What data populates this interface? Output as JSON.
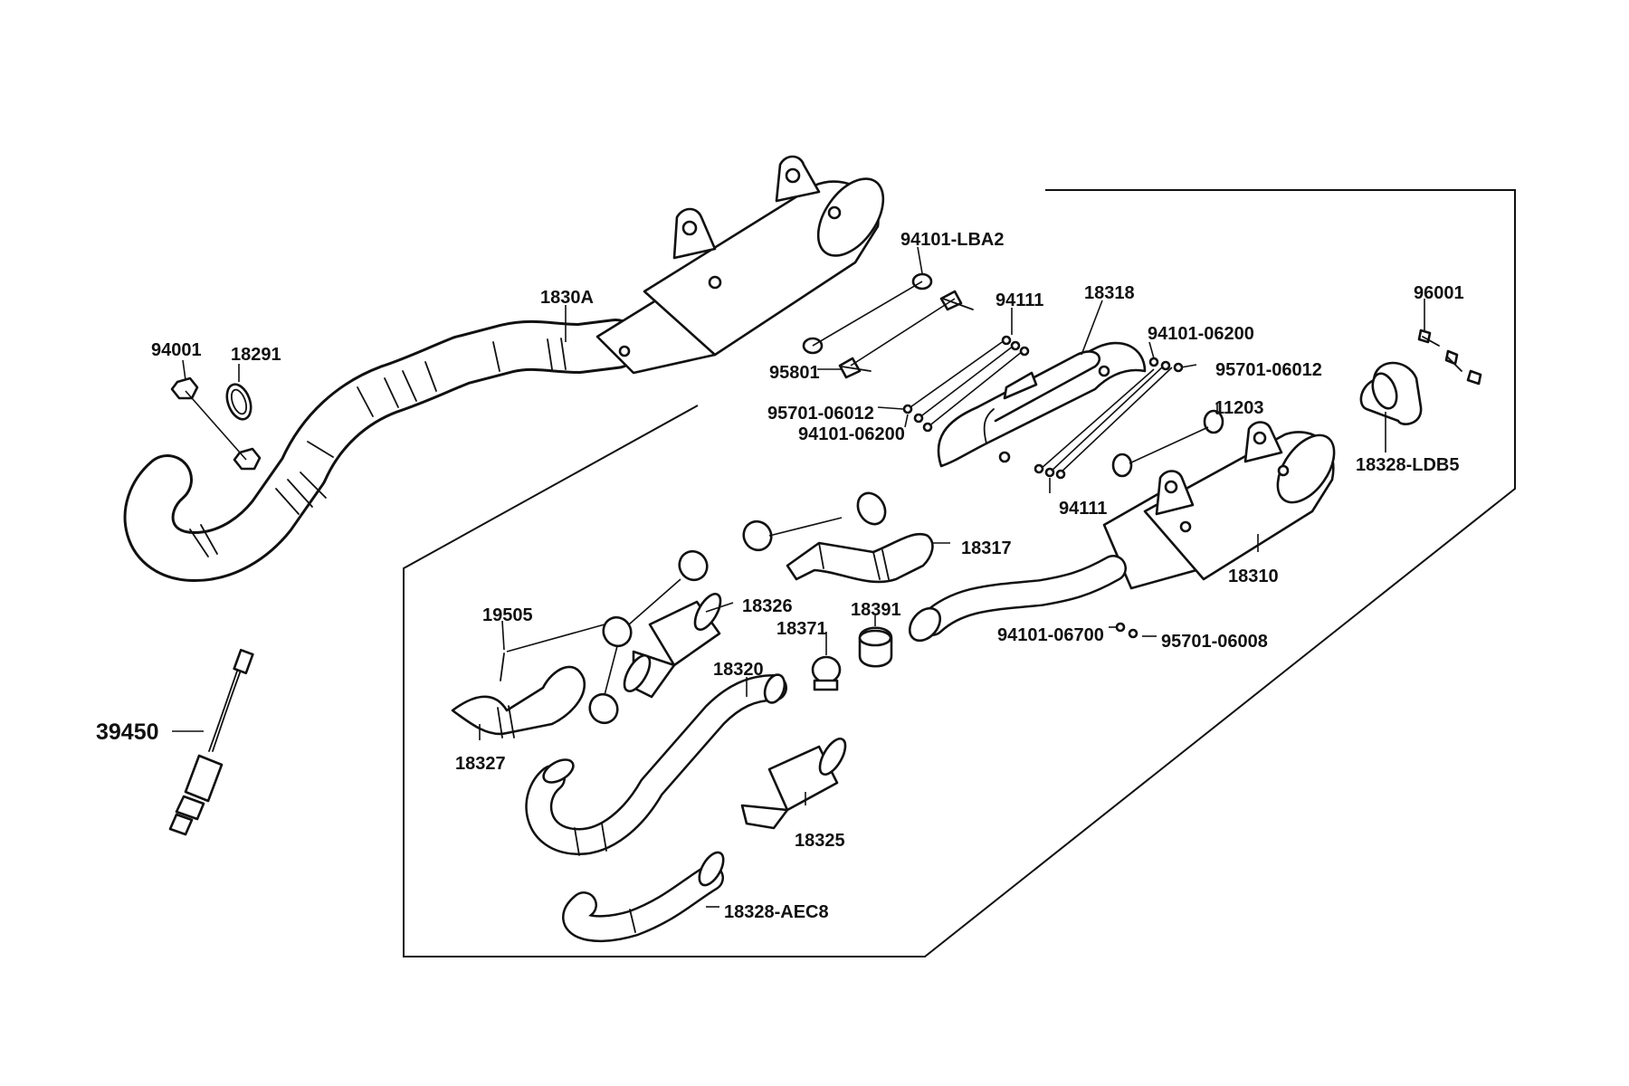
{
  "labels": {
    "l_1830A": "1830A",
    "l_94001": "94001",
    "l_18291": "18291",
    "l_39450": "39450",
    "l_94101_LBA2": "94101-LBA2",
    "l_95801": "95801",
    "l_94111_top": "94111",
    "l_18318": "18318",
    "l_94101_06200_r": "94101-06200",
    "l_95701_06012_r": "95701-06012",
    "l_95701_06012_l": "95701-06012",
    "l_94101_06200_l": "94101-06200",
    "l_11203": "11203",
    "l_94111_bot": "94111",
    "l_96001": "96001",
    "l_18328_LDB5": "18328-LDB5",
    "l_18317": "18317",
    "l_18310": "18310",
    "l_18326": "18326",
    "l_18391": "18391",
    "l_19505": "19505",
    "l_18371": "18371",
    "l_18320": "18320",
    "l_94101_06700": "94101-06700",
    "l_95701_06008": "95701-06008",
    "l_18327": "18327",
    "l_18325": "18325",
    "l_18328_AEC8": "18328-AEC8"
  }
}
